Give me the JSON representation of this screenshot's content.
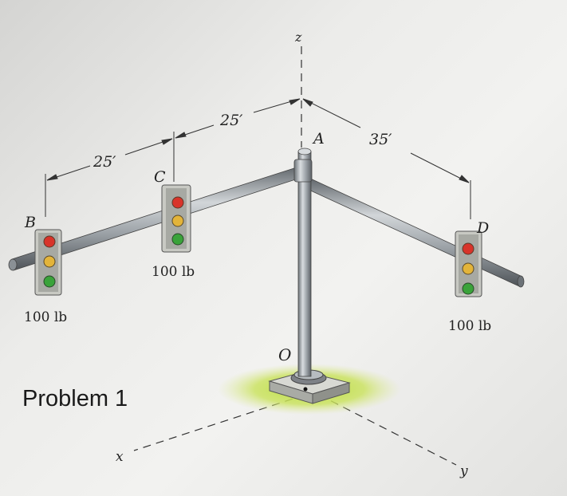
{
  "diagram": {
    "axes": {
      "x": "x",
      "y": "y",
      "z": "z"
    },
    "points": {
      "A": "A",
      "B": "B",
      "C": "C",
      "D": "D",
      "O": "O"
    },
    "dimensions": {
      "b_to_c": "25′",
      "c_to_a": "25′",
      "a_to_d": "35′"
    },
    "loads": {
      "b": "100 lb",
      "c": "100 lb",
      "d": "100 lb"
    },
    "problem_label": "Problem 1",
    "light_colors": {
      "red": "#d8342a",
      "yellow": "#e3b43a",
      "green": "#3aa33a"
    }
  }
}
